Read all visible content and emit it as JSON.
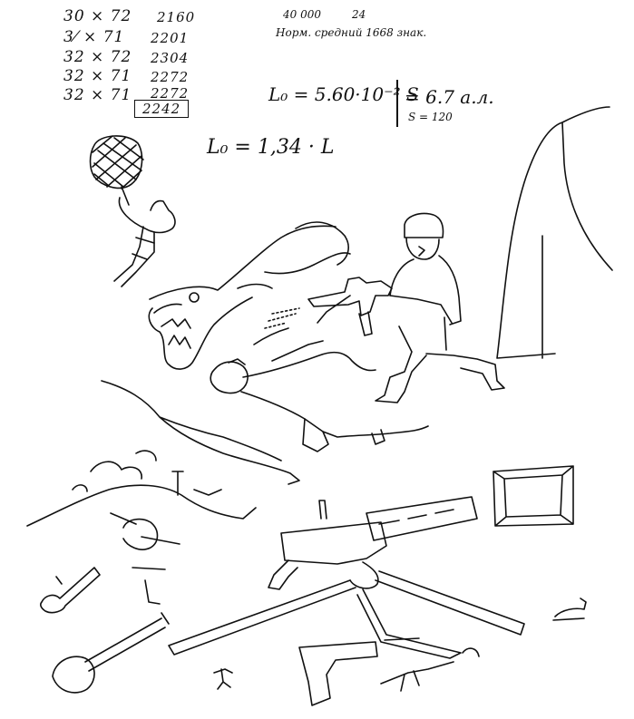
{
  "notes": {
    "calc_rows": [
      {
        "product": "30 × 72",
        "result": "2160"
      },
      {
        "product": "3⁄ × 71",
        "result": "2201"
      },
      {
        "product": "32 × 72",
        "result": "2304"
      },
      {
        "product": "32 × 71",
        "result": "2272"
      },
      {
        "product": "32 × 71",
        "result": "2272"
      }
    ],
    "boxed_result": "2242",
    "top_right_a": "40 000",
    "top_right_b": "24",
    "top_right_text": "Норм. средний 1668 знак.",
    "formula_left": "L₀ = 5.60·10⁻² S",
    "formula_right": "= 6.7 а.л.",
    "formula_s": "S = 120",
    "formula_ratio": "L₀ = 1,34 · L"
  }
}
